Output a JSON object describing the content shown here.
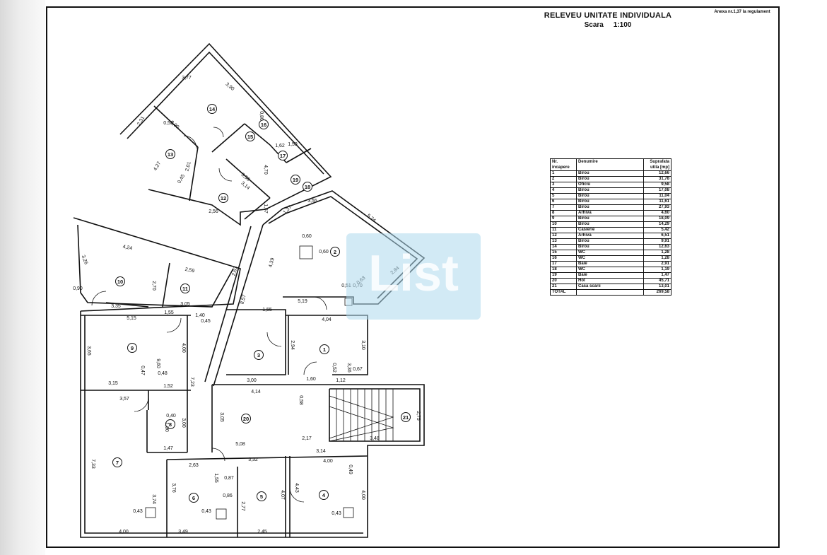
{
  "header": {
    "title": "RELEVEU UNITATE INDIVIDUALA",
    "scale_label": "Scara",
    "scale_value": "1:100",
    "annex": "Anexa nr.1,37 la regulament"
  },
  "watermark": "List",
  "legend": {
    "headers": [
      "Nr. incapere",
      "Denumire",
      "Suprafata utila [mp]"
    ],
    "rows": [
      {
        "nr": "1",
        "name": "Birou",
        "area": "12,66"
      },
      {
        "nr": "2",
        "name": "Birou",
        "area": "31,78"
      },
      {
        "nr": "3",
        "name": "Oficiu",
        "area": "9,58"
      },
      {
        "nr": "4",
        "name": "Birou",
        "area": "17,08"
      },
      {
        "nr": "5",
        "name": "Birou",
        "area": "11,04"
      },
      {
        "nr": "6",
        "name": "Birou",
        "area": "11,61"
      },
      {
        "nr": "7",
        "name": "Birou",
        "area": "27,93"
      },
      {
        "nr": "8",
        "name": "Arhiva",
        "area": "4,60"
      },
      {
        "nr": "9",
        "name": "Birou",
        "area": "18,09"
      },
      {
        "nr": "10",
        "name": "Birou",
        "area": "14,29"
      },
      {
        "nr": "11",
        "name": "Casierie",
        "area": "5,42"
      },
      {
        "nr": "12",
        "name": "Arhiva",
        "area": "6,51"
      },
      {
        "nr": "13",
        "name": "Birou",
        "area": "9,91"
      },
      {
        "nr": "14",
        "name": "Birou",
        "area": "12,63"
      },
      {
        "nr": "15",
        "name": "WC",
        "area": "1,28"
      },
      {
        "nr": "16",
        "name": "WC",
        "area": "1,28"
      },
      {
        "nr": "17",
        "name": "Baie",
        "area": "2,91"
      },
      {
        "nr": "18",
        "name": "WC",
        "area": "1,19"
      },
      {
        "nr": "19",
        "name": "Baie",
        "area": "1,47"
      },
      {
        "nr": "20",
        "name": "Hol",
        "area": "45,71"
      },
      {
        "nr": "21",
        "name": "Casa scarii",
        "area": "13,01"
      }
    ],
    "total_label": "TOTAL",
    "total_value": "269,58"
  },
  "rooms": [
    {
      "n": "1"
    },
    {
      "n": "2"
    },
    {
      "n": "3"
    },
    {
      "n": "4"
    },
    {
      "n": "5"
    },
    {
      "n": "6"
    },
    {
      "n": "7"
    },
    {
      "n": "8"
    },
    {
      "n": "9"
    },
    {
      "n": "10"
    },
    {
      "n": "11"
    },
    {
      "n": "12"
    },
    {
      "n": "13"
    },
    {
      "n": "14"
    },
    {
      "n": "15"
    },
    {
      "n": "16"
    },
    {
      "n": "17"
    },
    {
      "n": "18"
    },
    {
      "n": "19"
    },
    {
      "n": "20"
    },
    {
      "n": "21"
    }
  ],
  "dimensions": [
    "3,35",
    "1,55",
    "3,05",
    "5,15",
    "1,40",
    "0,45",
    "5,19",
    "1,55",
    "4,04",
    "3,65",
    "9,60",
    "4,00",
    "0,47",
    "0,48",
    "3,15",
    "1,52",
    "7,23",
    "2,94",
    "3,10",
    "1,12",
    "0,67",
    "3,36",
    "0,52",
    "3,00",
    "4,14",
    "1,60",
    "0,58",
    "3,57",
    "0,40",
    "1,00",
    "3,00",
    "1,47",
    "3,05",
    "5,08",
    "2,17",
    "3,48",
    "2,75",
    "7,33",
    "2,63",
    "1,55",
    "0,87",
    "3,32",
    "3,14",
    "4,00",
    "0,49",
    "3,74",
    "3,76",
    "0,86",
    "2,77",
    "4,07",
    "4,43",
    "4,00",
    "0,43",
    "0,43",
    "0,43",
    "4,00",
    "3,49",
    "2,45",
    "4,24",
    "3,26",
    "2,59",
    "2,70",
    "0,90",
    "8,57",
    "4,39",
    "2,63",
    "1,37",
    "3,55",
    "5,74",
    "2,94",
    "0,63",
    "0,70",
    "0,51",
    "0,60",
    "0,60",
    "2,56",
    "1,67",
    "3,58",
    "3,14",
    "4,27",
    "3,77",
    "3,90",
    "3,90",
    "2,31",
    "0,53",
    "4,70",
    "1,59",
    "0,80",
    "0,45",
    "2,01",
    "1,62"
  ]
}
